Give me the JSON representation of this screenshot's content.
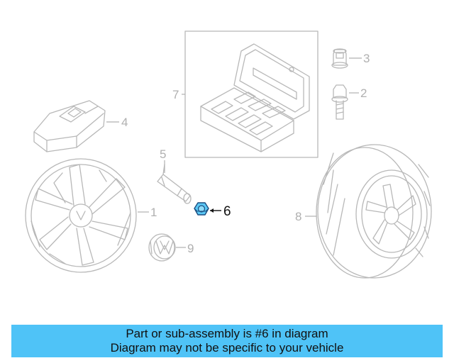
{
  "diagram": {
    "callouts": [
      {
        "id": "1",
        "label": "1"
      },
      {
        "id": "2",
        "label": "2"
      },
      {
        "id": "3",
        "label": "3"
      },
      {
        "id": "4",
        "label": "4"
      },
      {
        "id": "5",
        "label": "5"
      },
      {
        "id": "6",
        "label": "6"
      },
      {
        "id": "7",
        "label": "7"
      },
      {
        "id": "8",
        "label": "8"
      },
      {
        "id": "9",
        "label": "9"
      }
    ],
    "highlight_part": "6",
    "highlight_color": "#5bc8f5",
    "line_color": "#b8b8b8"
  },
  "banner": {
    "line1": "Part or sub-assembly is #6 in diagram",
    "line2": "Diagram may not be specific to your vehicle",
    "background": "#4fc3f7"
  }
}
